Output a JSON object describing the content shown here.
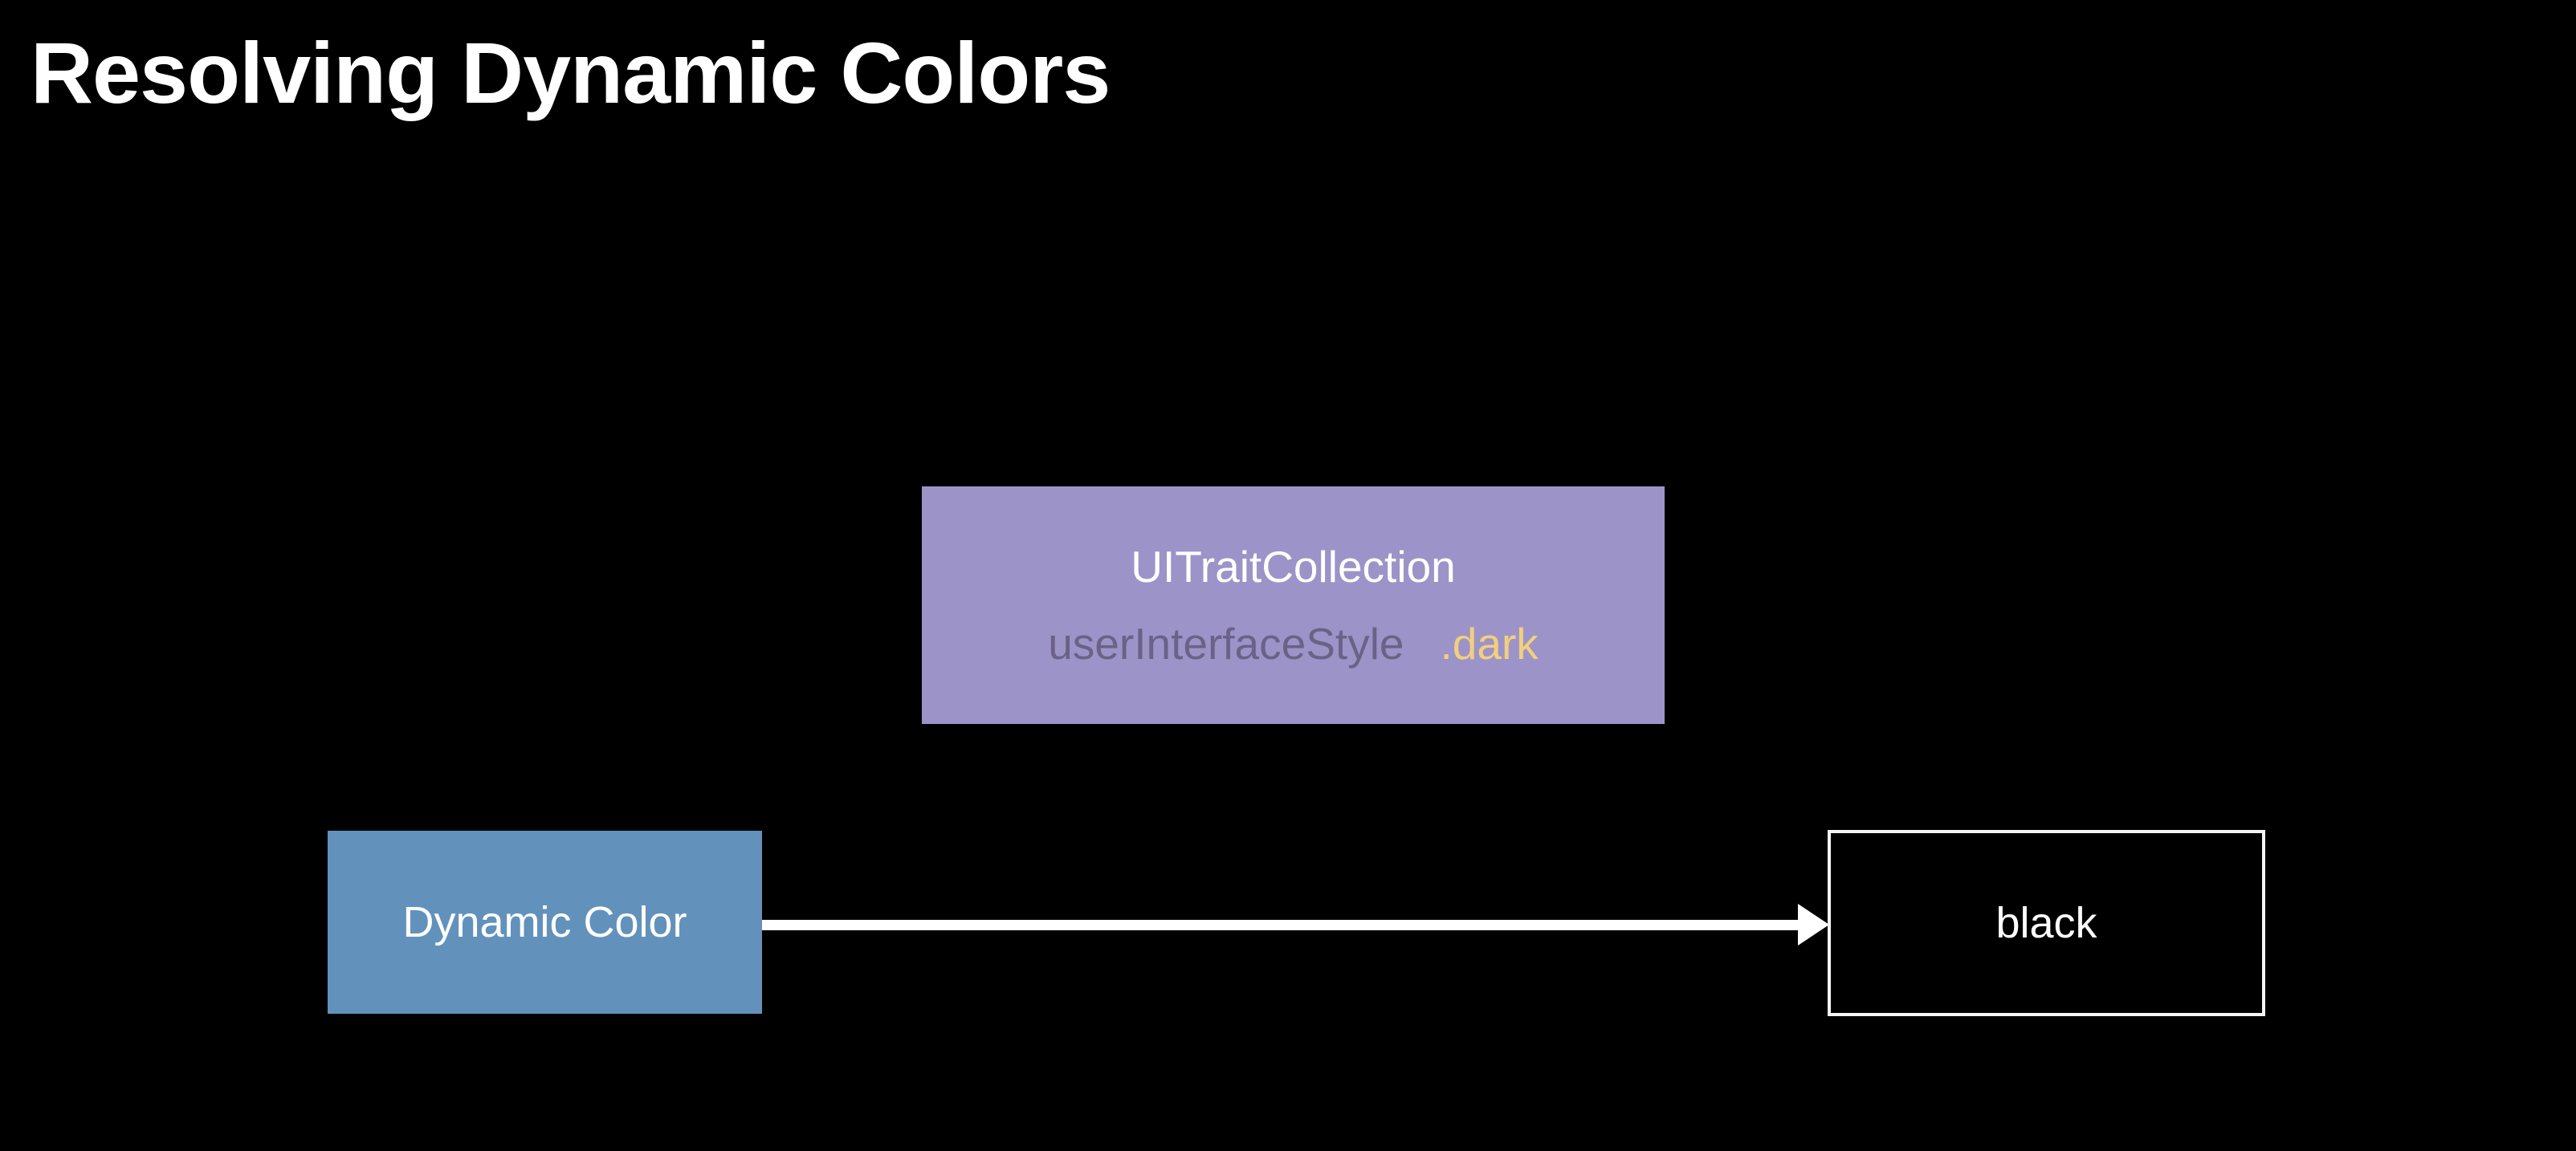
{
  "slide": {
    "title": "Resolving Dynamic Colors",
    "background_color": "#000000",
    "title_color": "#FFFFFF"
  },
  "trait_collection_box": {
    "title": "UITraitCollection",
    "property_name": "userInterfaceStyle",
    "property_value": ".dark",
    "background_color": "#9C94C8",
    "title_color": "#FFFFFF",
    "property_name_color": "#6A6287",
    "property_value_color": "#F2CF7E"
  },
  "dynamic_color_box": {
    "label": "Dynamic Color",
    "background_color": "#6292BC",
    "label_color": "#FFFFFF"
  },
  "resolved_color_box": {
    "label": "black",
    "background_color": "#000000",
    "border_color": "#F5F5F5",
    "label_color": "#FFFFFF"
  },
  "arrow": {
    "direction": "right",
    "color": "#FFFFFF"
  }
}
